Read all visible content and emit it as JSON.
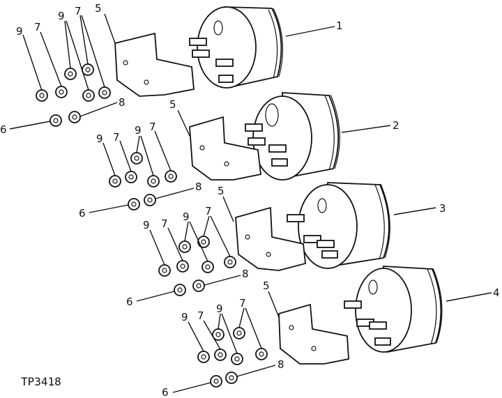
{
  "diagram": {
    "code": "TP3418",
    "callouts": {
      "c1": "1",
      "c2": "2",
      "c3": "3",
      "c4": "4",
      "c5": "5",
      "c6": "6",
      "c7": "7",
      "c8": "8",
      "c9": "9"
    }
  }
}
